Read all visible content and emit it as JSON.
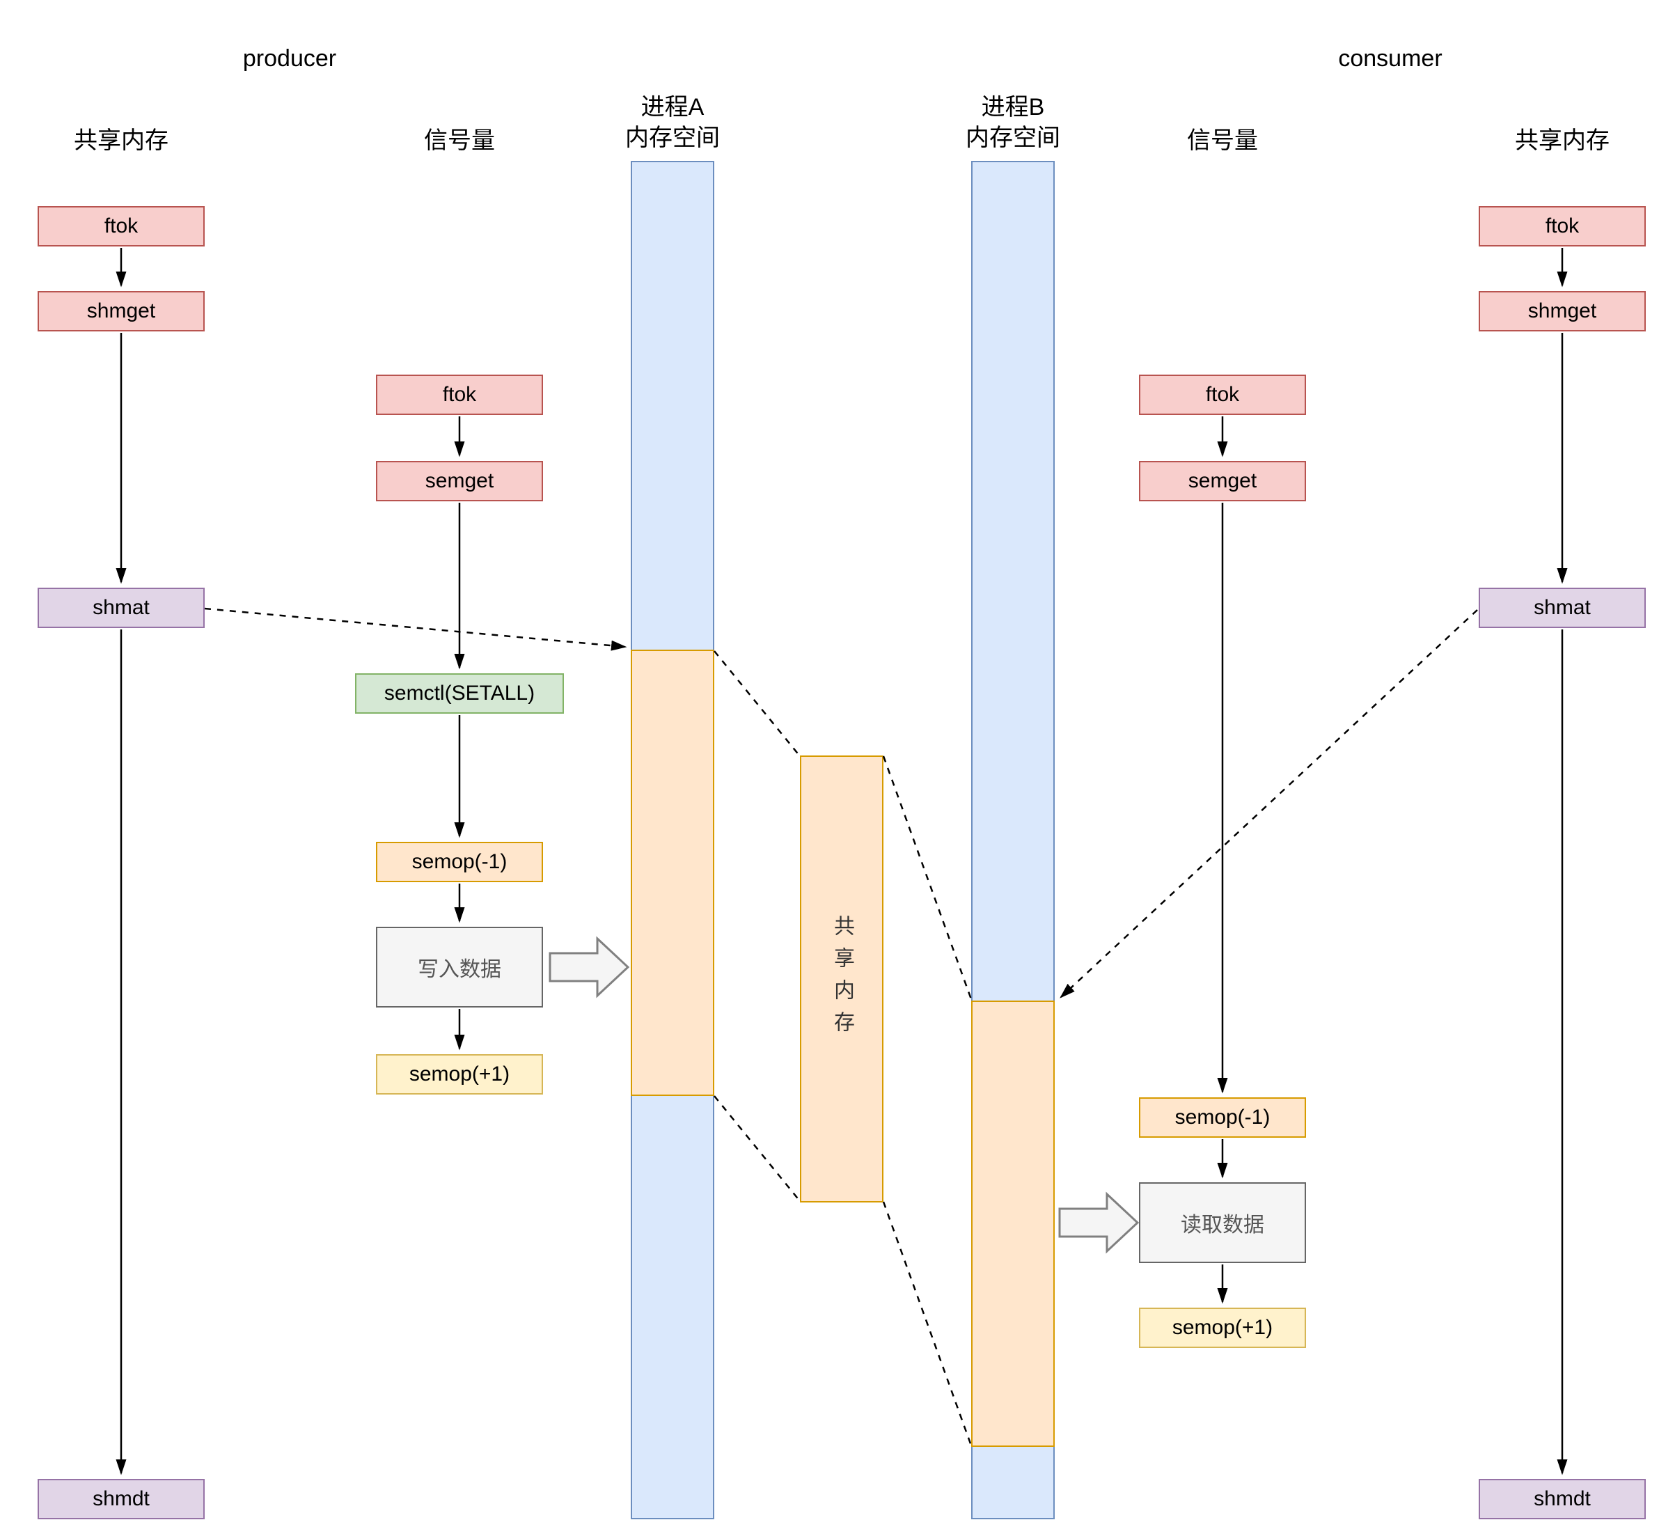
{
  "titles": {
    "producer": "producer",
    "consumer": "consumer"
  },
  "column_headers": {
    "producer_shared_memory": "共享内存",
    "producer_semaphore": "信号量",
    "process_a": "进程A\n内存空间",
    "process_b": "进程B\n内存空间",
    "consumer_semaphore": "信号量",
    "consumer_shared_memory": "共享内存"
  },
  "producer_shared_memory": {
    "ftok": "ftok",
    "shmget": "shmget",
    "shmat": "shmat",
    "shmdt": "shmdt"
  },
  "producer_semaphore": {
    "ftok": "ftok",
    "semget": "semget",
    "semctl_setall": "semctl(SETALL)",
    "semop_minus1": "semop(-1)",
    "write_data": "写入数据",
    "semop_plus1": "semop(+1)"
  },
  "consumer_semaphore": {
    "ftok": "ftok",
    "semget": "semget",
    "semop_minus1": "semop(-1)",
    "read_data": "读取数据",
    "semop_plus1": "semop(+1)"
  },
  "consumer_shared_memory": {
    "ftok": "ftok",
    "shmget": "shmget",
    "shmat": "shmat",
    "shmdt": "shmdt"
  },
  "shared_memory_region": {
    "label": "共享内存"
  },
  "colors": {
    "api_box_fill": "#f8cecc",
    "api_box_stroke": "#b85450",
    "attach_box_fill": "#e1d5e7",
    "attach_box_stroke": "#9673a6",
    "init_box_fill": "#d5e8d4",
    "init_box_stroke": "#82b366",
    "wait_box_fill": "#ffe6cc",
    "wait_box_stroke": "#d79b00",
    "post_box_fill": "#fff2cc",
    "post_box_stroke": "#d6b656",
    "data_box_fill": "#f5f5f5",
    "data_box_stroke": "#666666",
    "process_bar_fill": "#dae8fc",
    "process_bar_stroke": "#6c8ebf",
    "shared_region_fill": "#ffe6cc",
    "shared_region_stroke": "#d79b00",
    "arrow_color": "#000000"
  }
}
